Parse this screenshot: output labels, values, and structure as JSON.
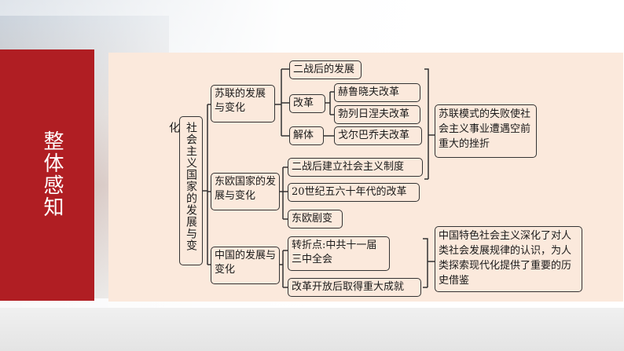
{
  "side_title": "整体感知",
  "diagram": {
    "root": "社会主义国家的发展与变化",
    "branches": [
      {
        "label": "苏联的发展与变化",
        "children": [
          {
            "label": "二战后的发展"
          },
          {
            "label": "改革",
            "children": [
              "赫鲁晓夫改革",
              "勃列日涅夫改革"
            ]
          },
          {
            "label": "解体",
            "children": [
              "戈尔巴乔夫改革"
            ]
          }
        ],
        "summary": "苏联模式的失败使社会主义事业遭遇空前重大的挫折"
      },
      {
        "label": "东欧国家的发展与变化",
        "children": [
          "二战后建立社会主义制度",
          "20世纪五六十年代的改革",
          "东欧剧变"
        ]
      },
      {
        "label": "中国的发展与变化",
        "children": [
          "转折点:中共十一届三中全会",
          "改革开放后取得重大成就"
        ],
        "summary": "中国特色社会主义深化了对人类社会发展规律的认识，为人类探索现代化提供了重要的历史借鉴"
      }
    ]
  },
  "colors": {
    "accent_red": "#b01e23",
    "panel_bg": "#fbe9dc",
    "line": "#333333"
  }
}
